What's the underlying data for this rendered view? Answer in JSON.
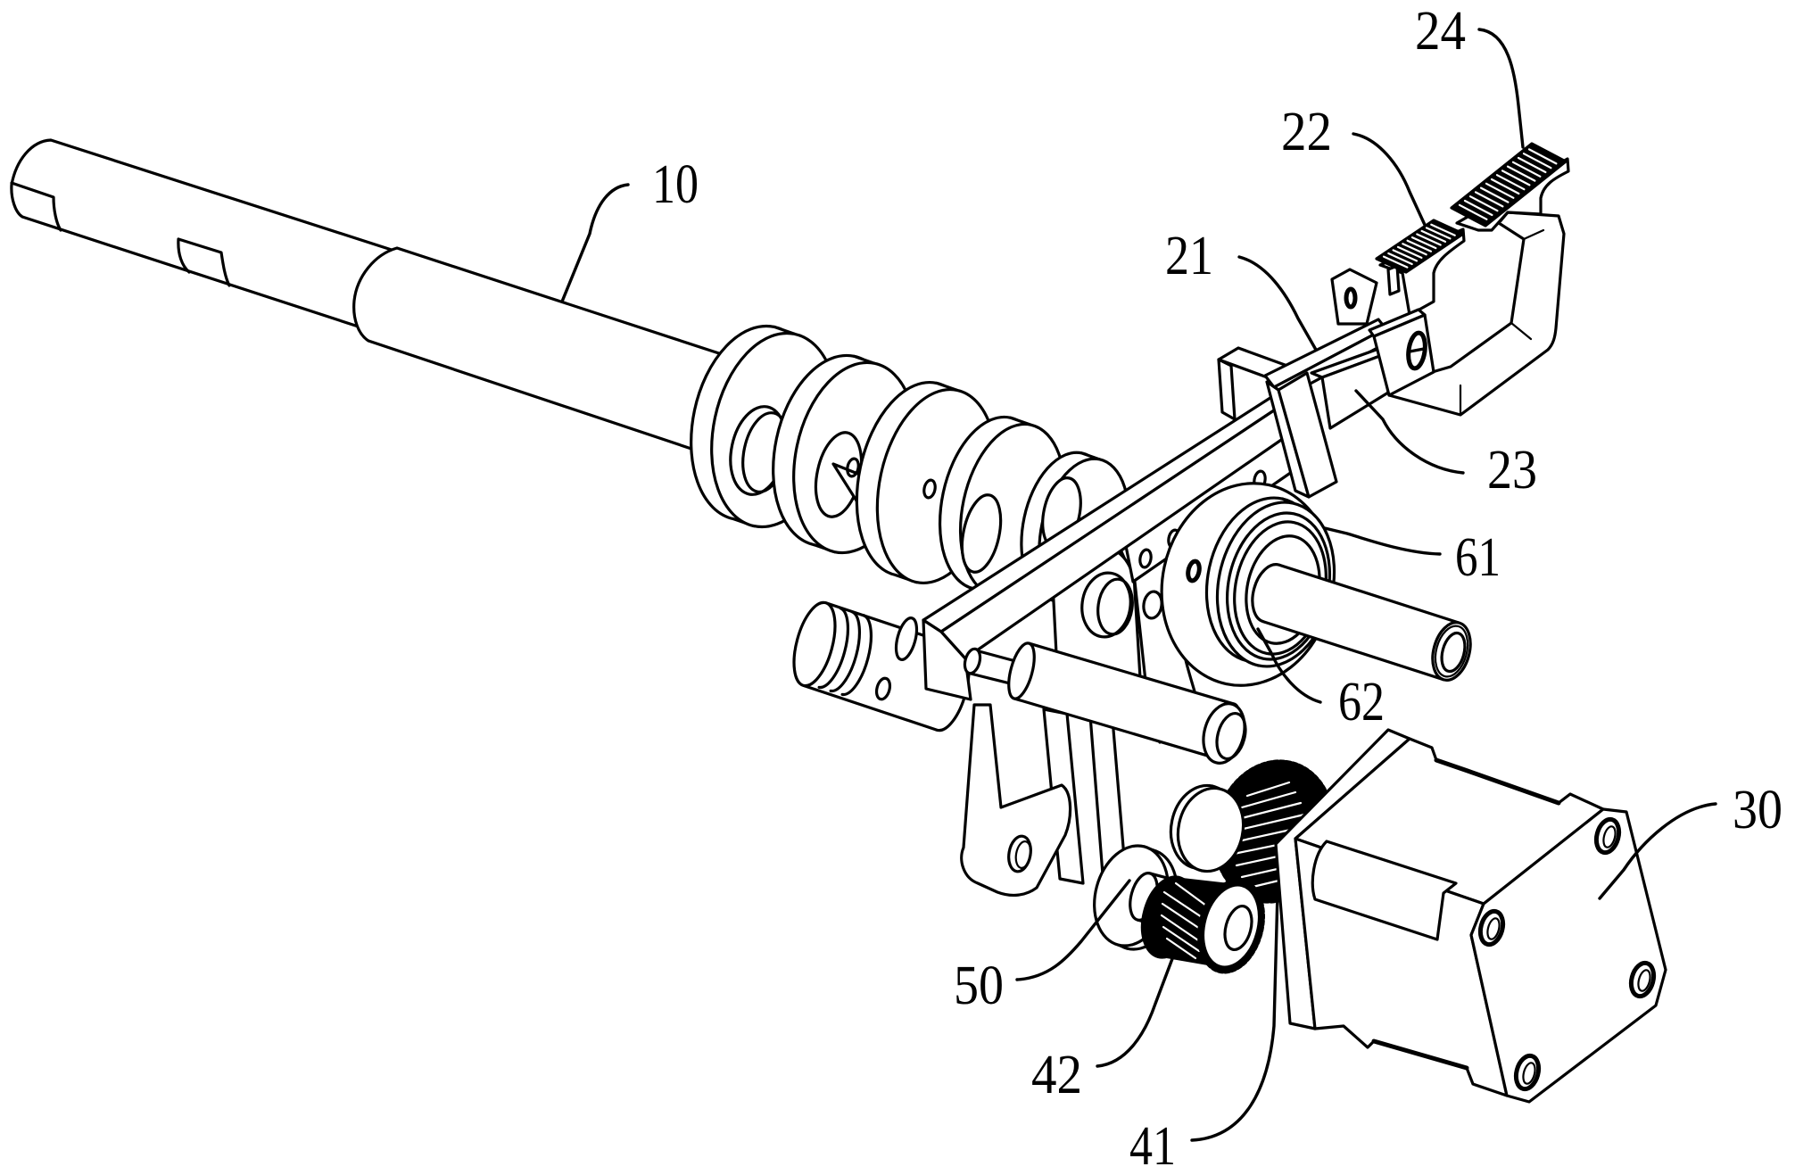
{
  "labels": {
    "n10": "10",
    "n21": "21",
    "n22": "22",
    "n23": "23",
    "n24": "24",
    "n30": "30",
    "n41": "41",
    "n42": "42",
    "n50": "50",
    "n61": "61",
    "n62": "62"
  },
  "colors": {
    "line": "#000000",
    "background": "#ffffff"
  }
}
